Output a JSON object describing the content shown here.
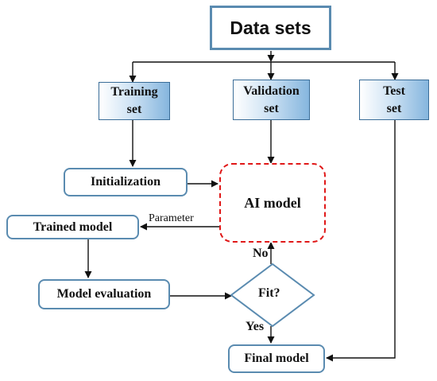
{
  "diagram": {
    "root": "Data sets",
    "sets": {
      "training": [
        "Training",
        "set"
      ],
      "validation": [
        "Validation",
        "set"
      ],
      "test": [
        "Test",
        "set"
      ]
    },
    "initialization": "Initialization",
    "ai_model": "AI model",
    "trained_model": "Trained model",
    "model_evaluation": "Model evaluation",
    "decision": "Fit?",
    "final_model": "Final model",
    "edge_labels": {
      "parameter": "Parameter",
      "no": "No",
      "yes": "Yes"
    }
  },
  "colors": {
    "box_border": "#5a8bb0",
    "set_fill": "#86b6de",
    "ai_dash": "#e01818",
    "diamond_border": "#5a8bb0"
  }
}
